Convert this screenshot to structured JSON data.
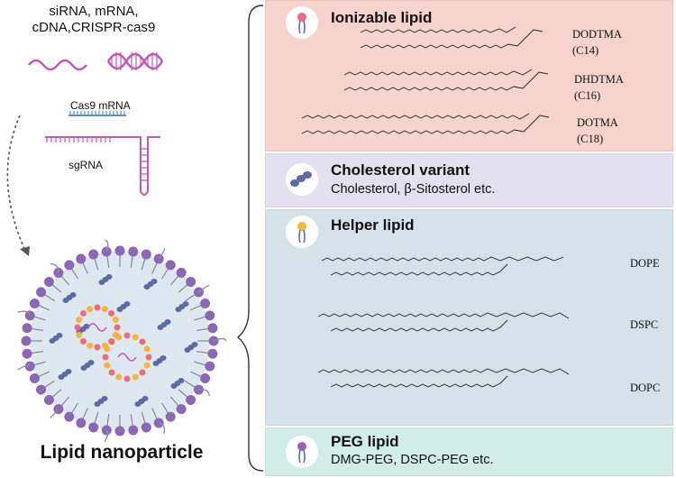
{
  "cargo": {
    "line1": "siRNA, mRNA,",
    "line2": "cDNA,CRISPR-cas9",
    "cas9_label": "Cas9 mRNA",
    "sgrna_label": "sgRNA"
  },
  "particle_title": "Lipid nanoparticle",
  "panels": {
    "ionizable": {
      "title": "Ionizable lipid",
      "items": [
        {
          "name": "DODTMA",
          "chain": "(C14)"
        },
        {
          "name": "DHDTMA",
          "chain": "(C16)"
        },
        {
          "name": "DOTMA",
          "chain": "(C18)"
        }
      ]
    },
    "cholesterol": {
      "title": "Cholesterol variant",
      "subtitle": "Cholesterol, β-Sitosterol etc."
    },
    "helper": {
      "title": "Helper lipid",
      "items": [
        "DOPE",
        "DSPC",
        "DOPC"
      ]
    },
    "peg": {
      "title": "PEG lipid",
      "subtitle": "DMG-PEG, DSPC-PEG etc."
    }
  },
  "colors": {
    "ionizable_bg": "#f7d3cd",
    "cholesterol_bg": "#e3e1ef",
    "helper_bg": "#d5e2ea",
    "peg_bg": "#d2ece7",
    "rna": "#c257b8",
    "lipid_head": "#8b68b3",
    "cholesterol": "#5c6aa6",
    "ionizable_head": "#ef6b7c",
    "helper_head": "#f4b63c",
    "peg_head": "#9a62b4"
  },
  "icons": [
    "ionizable-lipid-icon",
    "cholesterol-icon",
    "helper-lipid-icon",
    "peg-lipid-icon",
    "dna-helix-icon",
    "rna-strand-icon",
    "dashed-arrow-icon",
    "bracket-icon"
  ]
}
